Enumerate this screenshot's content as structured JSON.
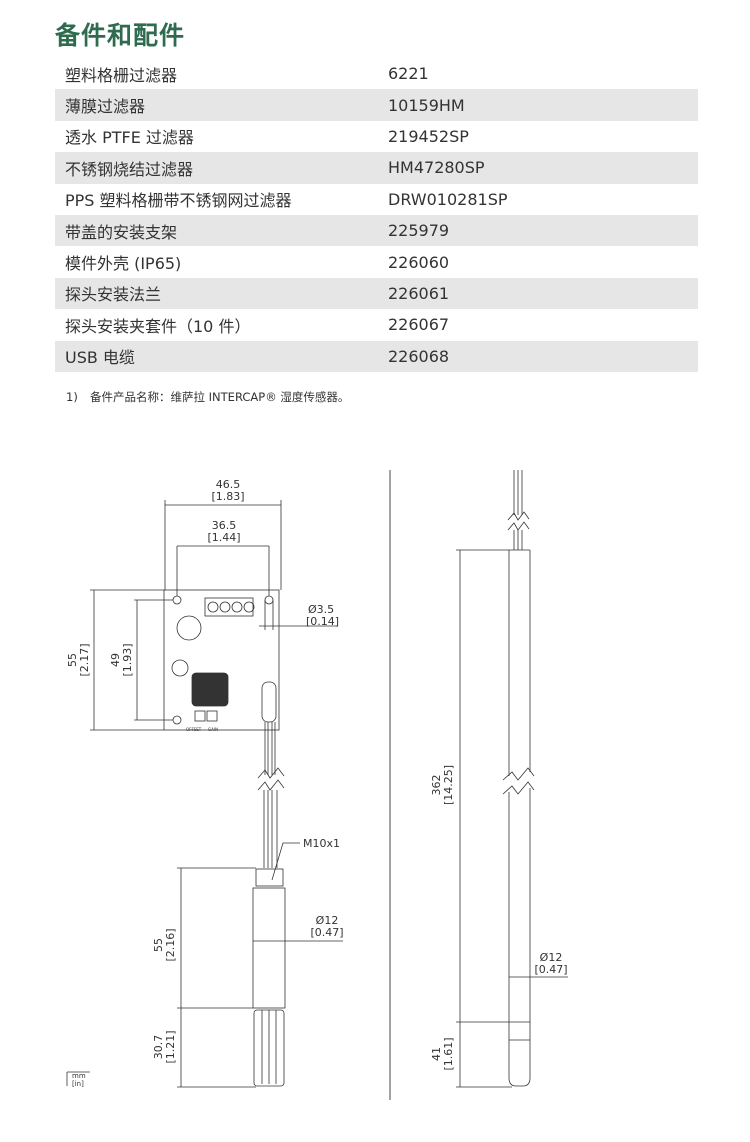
{
  "title": "备件和配件",
  "table": [
    {
      "name": "塑料格栅过滤器",
      "code": "6221"
    },
    {
      "name": "薄膜过滤器",
      "code": "10159HM"
    },
    {
      "name": "透水 PTFE 过滤器",
      "code": "219452SP"
    },
    {
      "name": "不锈钢烧结过滤器",
      "code": "HM47280SP"
    },
    {
      "name": "PPS 塑料格栅带不锈钢网过滤器",
      "code": "DRW010281SP"
    },
    {
      "name": "带盖的安装支架",
      "code": "225979"
    },
    {
      "name": "模件外壳 (IP65)",
      "code": "226060"
    },
    {
      "name": "探头安装法兰",
      "code": "226061"
    },
    {
      "name": "探头安装夹套件（10 件）",
      "code": "226067"
    },
    {
      "name": "USB 电缆",
      "code": "226068"
    }
  ],
  "footnote": {
    "number": "1)",
    "text": "备件产品名称：维萨拉 INTERCAP® 湿度传感器。"
  },
  "drawing": {
    "board_width": "46.5",
    "board_width_in": "[1.83]",
    "hole_spacing": "36.5",
    "hole_spacing_in": "[1.44]",
    "board_height": "55",
    "board_height_in": "[2.17]",
    "hole_vspacing": "49",
    "hole_vspacing_in": "[1.93]",
    "hole_dia": "Ø3.5",
    "hole_dia_in": "[0.14]",
    "pcb_labels": {
      "offset": "OFFSET",
      "gain": "GAIN"
    },
    "thread": "M10x1",
    "probe_dia": "Ø12",
    "probe_dia_in": "[0.47]",
    "probe_len": "55",
    "probe_len_in": "[2.16]",
    "filter_len": "30.7",
    "filter_len_in": "[1.21]",
    "rod_len": "362",
    "rod_len_in": "[14.25]",
    "rod_dia": "Ø12",
    "rod_dia_in": "[0.47]",
    "tip_len": "41",
    "tip_len_in": "[1.61]",
    "units_mm": "mm",
    "units_in": "[in]"
  }
}
